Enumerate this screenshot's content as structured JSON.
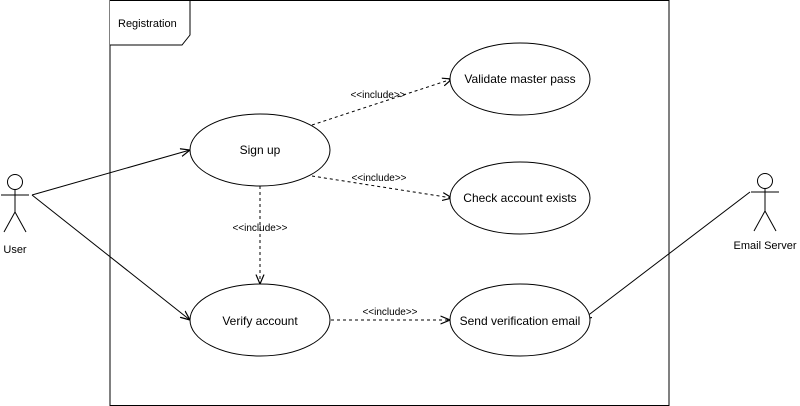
{
  "system_boundary": {
    "label": "Registration"
  },
  "actors": [
    {
      "id": "user",
      "label": "User"
    },
    {
      "id": "email_server",
      "label": "Email Server"
    }
  ],
  "use_cases": [
    {
      "id": "sign_up",
      "label": "Sign up"
    },
    {
      "id": "verify_account",
      "label": "Verify account"
    },
    {
      "id": "validate_master_pass",
      "label": "Validate master pass"
    },
    {
      "id": "check_account_exists",
      "label": "Check account exists"
    },
    {
      "id": "send_verification_email",
      "label": "Send verification email"
    }
  ],
  "relationships": [
    {
      "from": "user",
      "to": "sign_up",
      "type": "association"
    },
    {
      "from": "user",
      "to": "verify_account",
      "type": "association"
    },
    {
      "from": "email_server",
      "to": "send_verification_email",
      "type": "association"
    },
    {
      "from": "sign_up",
      "to": "validate_master_pass",
      "type": "include",
      "label": "<<include>>"
    },
    {
      "from": "sign_up",
      "to": "check_account_exists",
      "type": "include",
      "label": "<<include>>"
    },
    {
      "from": "sign_up",
      "to": "verify_account",
      "type": "include",
      "label": "<<include>>"
    },
    {
      "from": "verify_account",
      "to": "send_verification_email",
      "type": "include",
      "label": "<<include>>"
    }
  ],
  "colors": {
    "stroke": "#000000",
    "fill": "#ffffff"
  }
}
